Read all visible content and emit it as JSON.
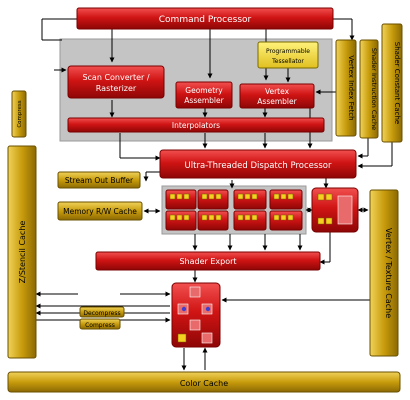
{
  "blocks": {
    "command_processor": "Command Processor",
    "scan_converter_line1": "Scan Converter /",
    "scan_converter_line2": "Rasterizer",
    "geometry_line1": "Geometry",
    "geometry_line2": "Assembler",
    "vertex_line1": "Vertex",
    "vertex_line2": "Assembler",
    "tessellator_line1": "Programmable",
    "tessellator_line2": "Tessellator",
    "interpolators": "Interpolators",
    "dispatch_processor": "Ultra-Threaded Dispatch Processor",
    "stream_out_buffer": "Stream Out Buffer",
    "memory_rw_cache": "Memory R/W Cache",
    "shader_export": "Shader Export",
    "color_cache": "Color Cache",
    "z_stencil_cache": "Z/Stencil Cache",
    "vertex_index_fetch": "Vertex Index Fetch",
    "shader_instruction_cache": "Shader Instruction Cache",
    "shader_constant_cache": "Shader Constant Cache",
    "vertex_texture_cache": "Vertex / Texture Cache",
    "compress_top": "Compress",
    "decompress": "Decompress",
    "compress_bottom": "Compress"
  },
  "colors": {
    "red_block": "#d01818",
    "gold_block": "#c8a010",
    "gray_panel": "#c0c0c0",
    "arrow": "#000000"
  }
}
